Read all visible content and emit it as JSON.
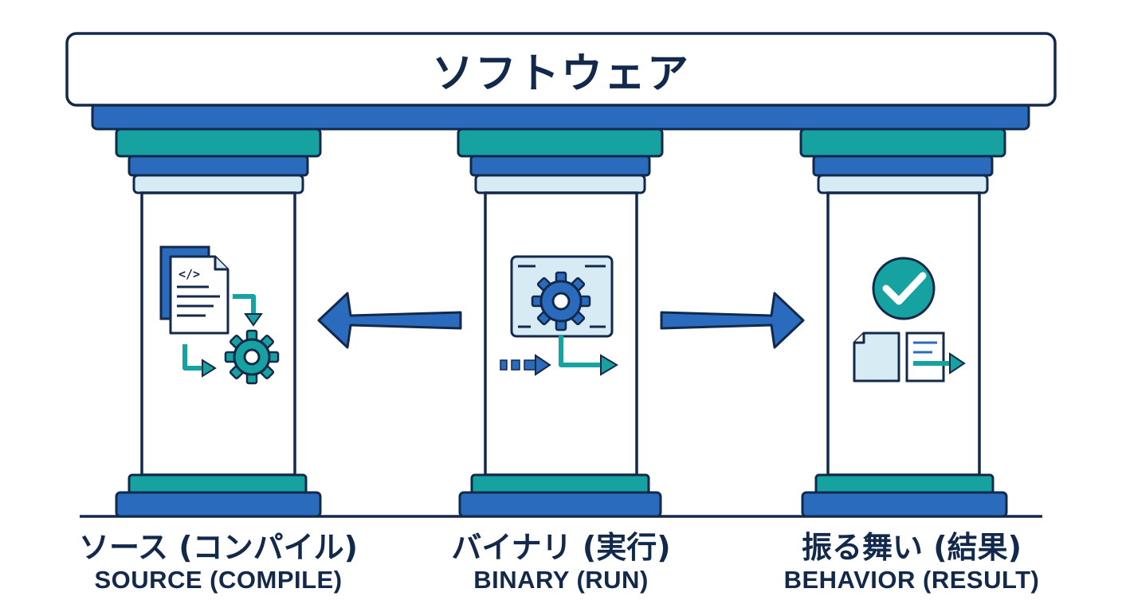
{
  "title": "ソフトウェア",
  "colors": {
    "navy": "#13294b",
    "blue": "#2a6bbd",
    "teal": "#16a2a0",
    "light_blue": "#d6ebf4",
    "white": "#ffffff"
  },
  "pillars": [
    {
      "label_jp": "ソース (コンパイル)",
      "label_en": "SOURCE (COMPILE)",
      "icon": "source-code-compile-icon"
    },
    {
      "label_jp": "バイナリ (実行)",
      "label_en": "BINARY (RUN)",
      "icon": "binary-execute-gear-icon"
    },
    {
      "label_jp": "振る舞い (結果)",
      "label_en": "BEHAVIOR (RESULT)",
      "icon": "behavior-result-check-icon"
    }
  ],
  "arrows": [
    {
      "direction": "left",
      "from": "binary",
      "to": "source"
    },
    {
      "direction": "right",
      "from": "binary",
      "to": "behavior"
    }
  ]
}
